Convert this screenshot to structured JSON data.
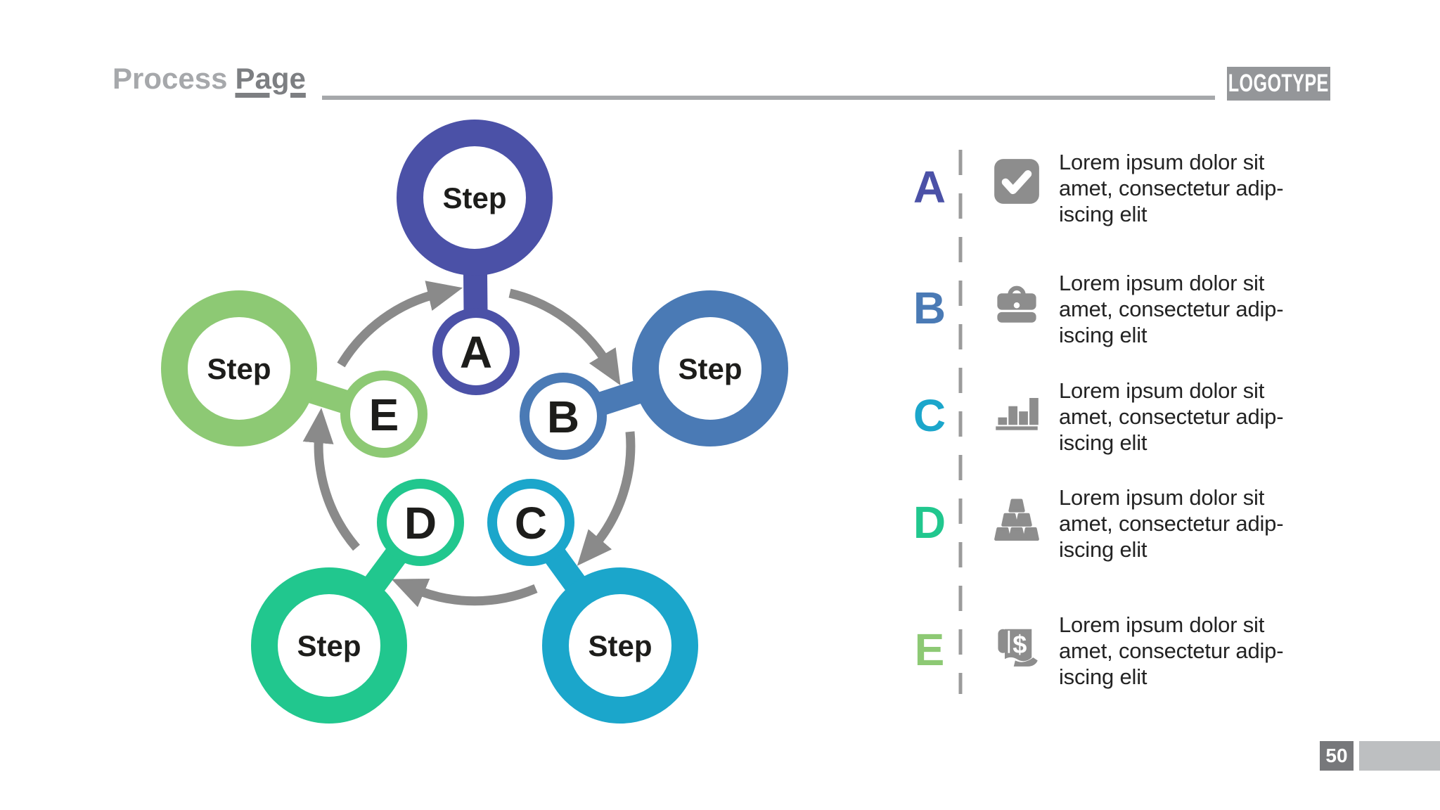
{
  "header": {
    "title_word1": "Process",
    "title_word2": "Page",
    "logotype": "LOGOTYPE"
  },
  "diagram": {
    "arrow_color": "#8a8a8a",
    "steps": [
      {
        "letter": "A",
        "label": "Step",
        "color": "#4b51a7"
      },
      {
        "letter": "B",
        "label": "Step",
        "color": "#4a7ab5"
      },
      {
        "letter": "C",
        "label": "Step",
        "color": "#1ba6cb"
      },
      {
        "letter": "D",
        "label": "Step",
        "color": "#21c78e"
      },
      {
        "letter": "E",
        "label": "Step",
        "color": "#8dc974"
      }
    ]
  },
  "legend": {
    "icon_color": "#8d8d8d",
    "divider_color": "#9b9b9b",
    "items": [
      {
        "letter": "A",
        "color": "#4b51a7",
        "icon": "check-icon",
        "text": "Lorem ipsum dolor sit\namet, consectetur adip-\niscing elit"
      },
      {
        "letter": "B",
        "color": "#4a7ab5",
        "icon": "briefcase-icon",
        "text": "Lorem ipsum dolor sit\namet, consectetur adip-\niscing elit"
      },
      {
        "letter": "C",
        "color": "#1ba6cb",
        "icon": "bar-chart-icon",
        "text": "Lorem ipsum dolor sit\namet, consectetur adip-\niscing elit"
      },
      {
        "letter": "D",
        "color": "#21c78e",
        "icon": "gold-ingots-icon",
        "text": "Lorem ipsum dolor sit\namet, consectetur adip-\niscing elit"
      },
      {
        "letter": "E",
        "color": "#8dc974",
        "icon": "receipt-dollar-icon",
        "text": "Lorem ipsum dolor sit\namet, consectetur adip-\niscing elit"
      }
    ]
  },
  "footer": {
    "page_number": "50"
  }
}
